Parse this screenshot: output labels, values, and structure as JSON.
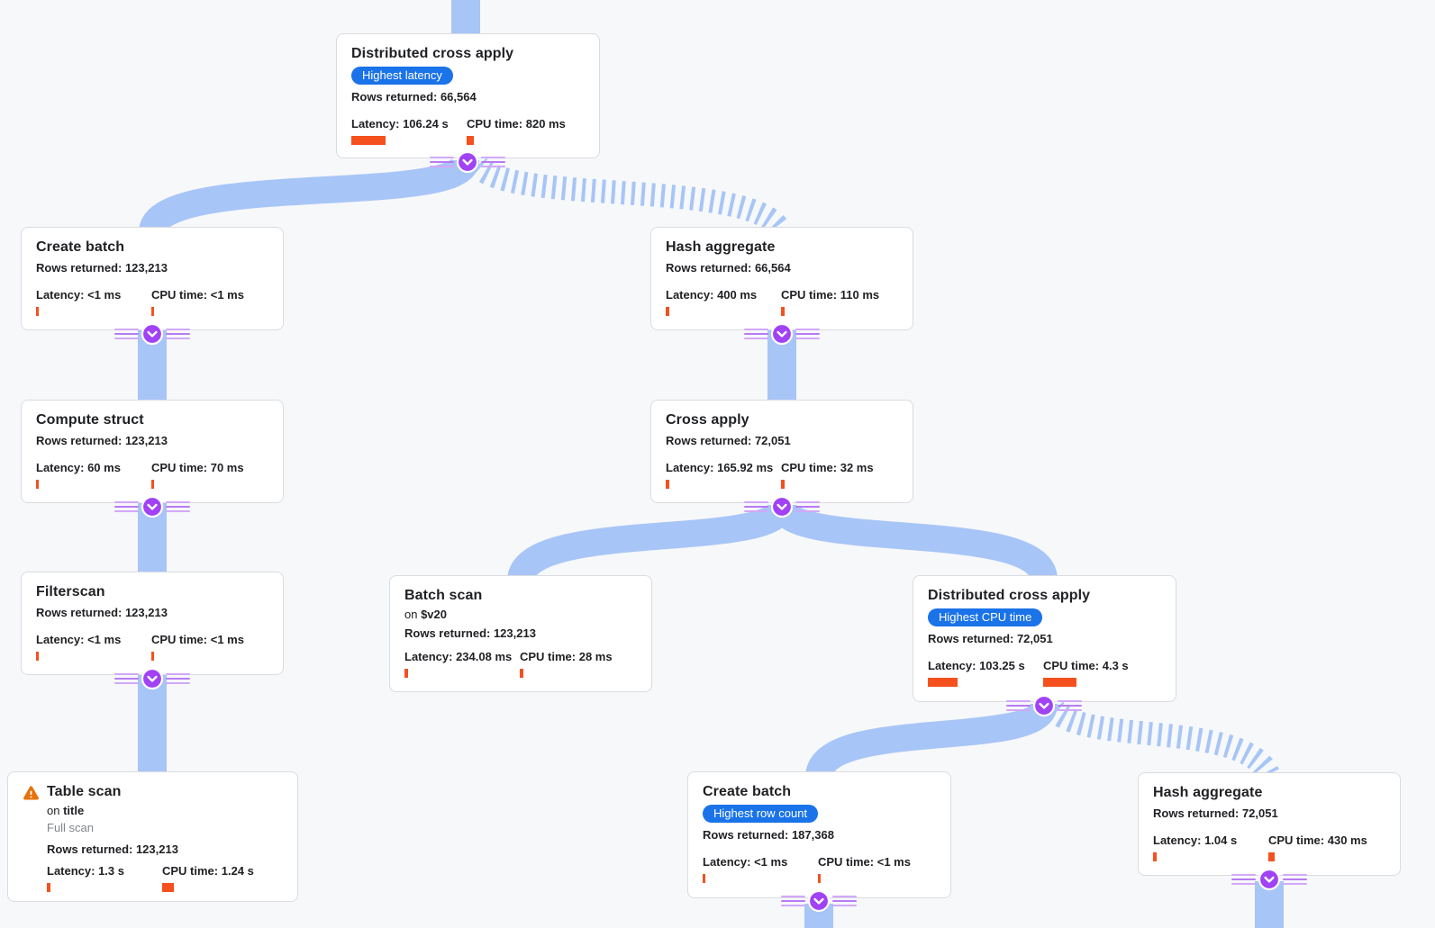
{
  "app": {
    "view": "query-execution-plan-graph",
    "colors": {
      "background": "#f6f8fa",
      "edge_blue": "#a8c5f7",
      "expander_purple": "#a142f4",
      "expander_lines_purple": "#d2a8f8",
      "badge_blue": "#1a73e8",
      "metric_bar_orange": "#f4511e",
      "warning_orange": "#e8710a",
      "card_border": "#dadce0",
      "text_primary": "#202124",
      "text_secondary": "#80868b"
    }
  },
  "icons": {
    "expander": "chevron-down-circle",
    "warning": "warning-triangle"
  },
  "nodes": [
    {
      "title": "Distributed cross apply",
      "badge": "Highest latency",
      "rows": "Rows returned: 66,564",
      "latency": "Latency: 106.24 s",
      "cpu": "CPU time: 820 ms",
      "latency_bar": 38,
      "cpu_bar": 8
    },
    {
      "title": "Create batch",
      "rows": "Rows returned: 123,213",
      "latency": "Latency: <1 ms",
      "cpu": "CPU time: <1 ms",
      "latency_bar": 3,
      "cpu_bar": 3
    },
    {
      "title": "Compute struct",
      "rows": "Rows returned: 123,213",
      "latency": "Latency: 60 ms",
      "cpu": "CPU time: 70 ms",
      "latency_bar": 3,
      "cpu_bar": 3
    },
    {
      "title": "Filterscan",
      "rows": "Rows returned: 123,213",
      "latency": "Latency: <1 ms",
      "cpu": "CPU time: <1 ms",
      "latency_bar": 3,
      "cpu_bar": 3
    },
    {
      "title": "Table scan",
      "warning": true,
      "on_prefix": "on ",
      "on_target": "title",
      "scan_type": "Full scan",
      "rows": "Rows returned: 123,213",
      "latency": "Latency: 1.3 s",
      "cpu": "CPU time: 1.24 s",
      "latency_bar": 4,
      "cpu_bar": 13
    },
    {
      "title": "Hash aggregate",
      "rows": "Rows returned: 66,564",
      "latency": "Latency: 400 ms",
      "cpu": "CPU time: 110 ms",
      "latency_bar": 4,
      "cpu_bar": 4
    },
    {
      "title": "Cross apply",
      "rows": "Rows returned: 72,051",
      "latency": "Latency: 165.92 ms",
      "cpu": "CPU time: 32 ms",
      "latency_bar": 4,
      "cpu_bar": 4
    },
    {
      "title": "Batch scan",
      "on_prefix": "on ",
      "on_target": "$v20",
      "rows": "Rows returned: 123,213",
      "latency": "Latency: 234.08 ms",
      "cpu": "CPU time: 28 ms",
      "latency_bar": 4,
      "cpu_bar": 4
    },
    {
      "title": "Distributed cross apply",
      "badge": "Highest CPU time",
      "rows": "Rows returned: 72,051",
      "latency": "Latency: 103.25 s",
      "cpu": "CPU time: 4.3 s",
      "latency_bar": 33,
      "cpu_bar": 37
    },
    {
      "title": "Create batch",
      "badge": "Highest row count",
      "rows": "Rows returned: 187,368",
      "latency": "Latency: <1 ms",
      "cpu": "CPU time: <1 ms",
      "latency_bar": 3,
      "cpu_bar": 3
    },
    {
      "title": "Hash aggregate",
      "rows": "Rows returned: 72,051",
      "latency": "Latency: 1.04 s",
      "cpu": "CPU time: 430 ms",
      "latency_bar": 4,
      "cpu_bar": 7
    }
  ]
}
